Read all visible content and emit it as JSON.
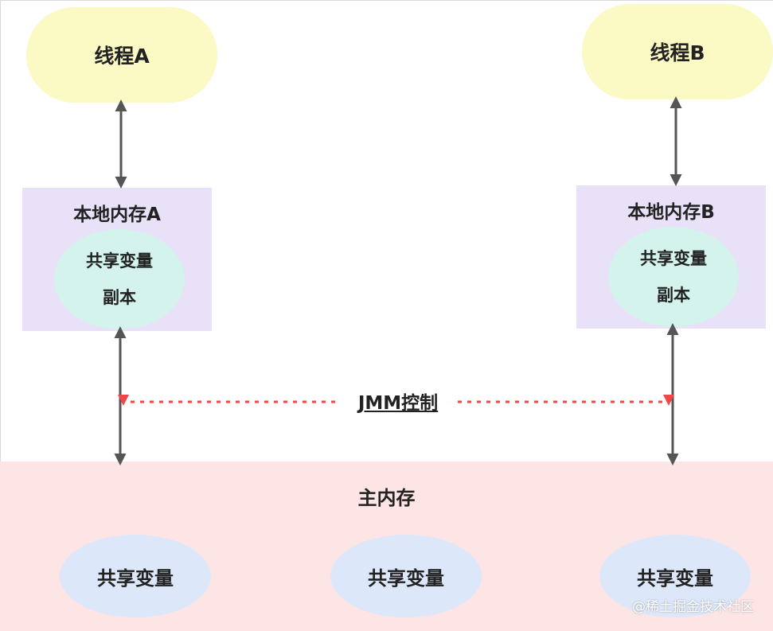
{
  "threads": [
    {
      "label": "线程A"
    },
    {
      "label": "线程B"
    }
  ],
  "local_memory": [
    {
      "title": "本地内存A",
      "copy_line1": "共享变量",
      "copy_line2": "副本"
    },
    {
      "title": "本地内存B",
      "copy_line1": "共享变量",
      "copy_line2": "副本"
    }
  ],
  "jmm": {
    "label": "JMM控制"
  },
  "main_memory": {
    "title": "主内存",
    "shared_variables": [
      "共享变量",
      "共享变量",
      "共享变量"
    ]
  },
  "watermark": "@稀土掘金技术社区",
  "colors": {
    "thread_fill": "#fbf9c4",
    "local_memory_fill": "#e9e1f8",
    "copy_fill": "#d3f3ec",
    "main_memory_fill": "#fde5e6",
    "shared_variable_fill": "#dce7f9",
    "arrow": "#555555",
    "jmm_dashed_line": "#f04848"
  }
}
